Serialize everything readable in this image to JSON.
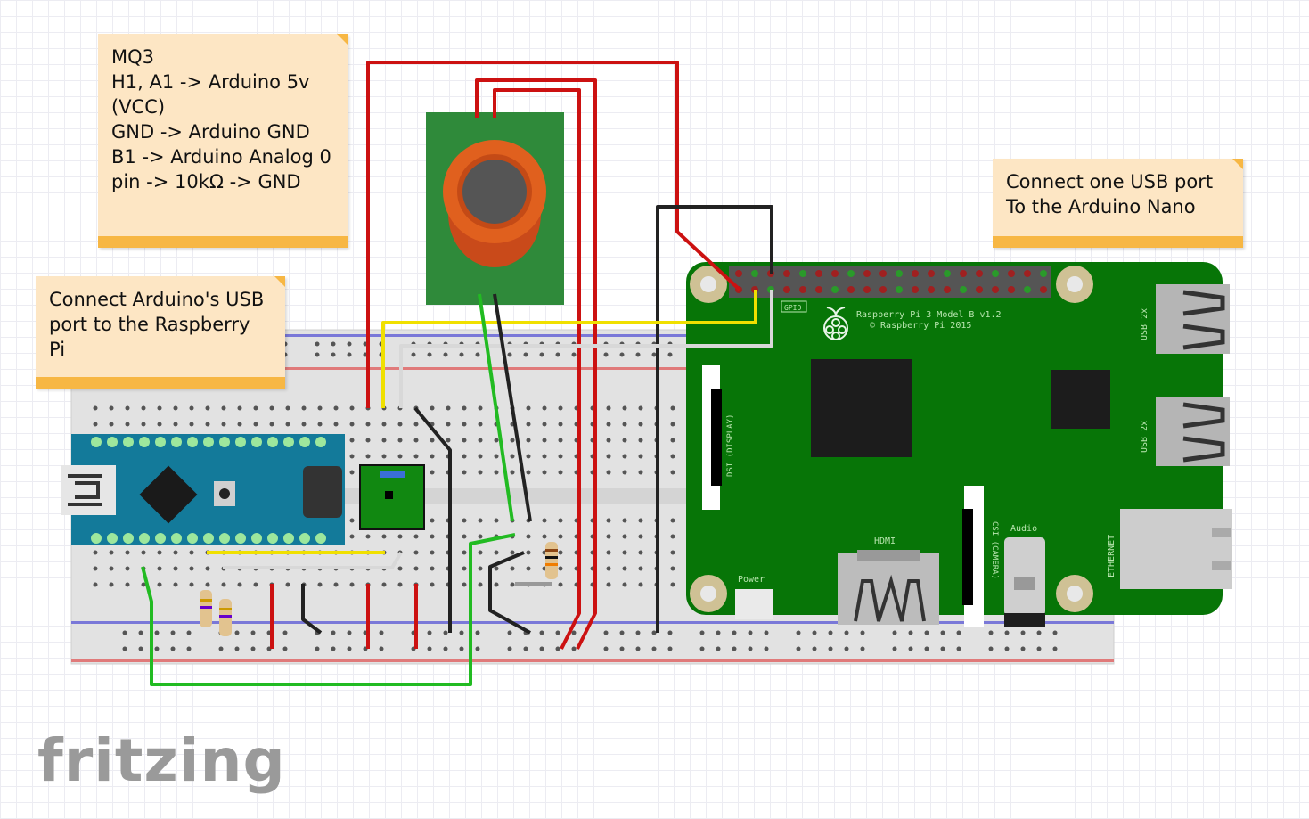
{
  "notes": {
    "mq3": {
      "lines": [
        "MQ3",
        "H1, A1 -> Arduino 5v",
        "(VCC)",
        "GND -> Arduino GND",
        "B1 -> Arduino Analog 0",
        "pin -> 10kΩ -> GND"
      ]
    },
    "usb_nano": {
      "lines": [
        "Connect one USB port",
        "To the Arduino Nano"
      ]
    },
    "usb_pi": {
      "lines": [
        "Connect Arduino's USB",
        "port to the Raspberry",
        "Pi"
      ]
    }
  },
  "raspberry_pi": {
    "model": "Raspberry Pi 3 Model B v1.2",
    "copyright": "© Raspberry Pi 2015",
    "gpio": "GPIO",
    "dsi": "DSI (DISPLAY)",
    "csi": "CSI (CAMERA)",
    "hdmi": "HDMI",
    "audio": "Audio",
    "power": "Power",
    "usb_top": "USB 2x",
    "usb_bottom": "USB 2x",
    "ethernet": "ETHERNET",
    "board_color": "#0a7a0a"
  },
  "arduino": {
    "board_color": "#137a9a"
  },
  "wire_colors": {
    "red": "#cc1111",
    "black": "#222222",
    "yellow": "#f0e000",
    "white": "#dddddd",
    "green": "#22bb22"
  },
  "logo": "fritzing"
}
